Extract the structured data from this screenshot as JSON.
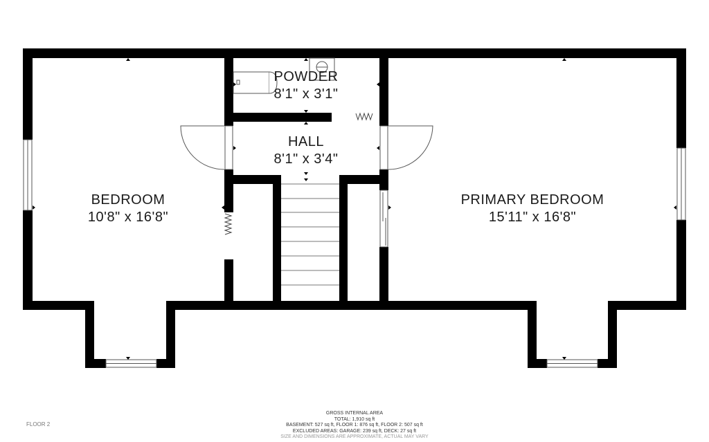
{
  "floor_label": "FLOOR 2",
  "rooms": {
    "bedroom": {
      "name": "BEDROOM",
      "dims": "10'8\" x 16'8\""
    },
    "powder": {
      "name": "POWDER",
      "dims": "8'1\" x 3'1\""
    },
    "hall": {
      "name": "HALL",
      "dims": "8'1\" x 3'4\""
    },
    "primary": {
      "name": "PRIMARY BEDROOM",
      "dims": "15'11\" x 16'8\""
    }
  },
  "footer": {
    "title": "GROSS INTERNAL AREA",
    "total": "TOTAL: 1,910 sq ft",
    "floors": "BASEMENT: 527 sq ft, FLOOR 1: 876 sq ft, FLOOR 2: 507 sq ft",
    "excluded": "EXCLUDED AREAS: GARAGE: 239 sq ft, DECK: 27 sq ft",
    "disclaimer": "SIZE AND DIMENSIONS ARE APPROXIMATE, ACTUAL MAY VARY"
  },
  "colors": {
    "wall": "#000000",
    "fixture": "#555555",
    "background": "#ffffff"
  }
}
